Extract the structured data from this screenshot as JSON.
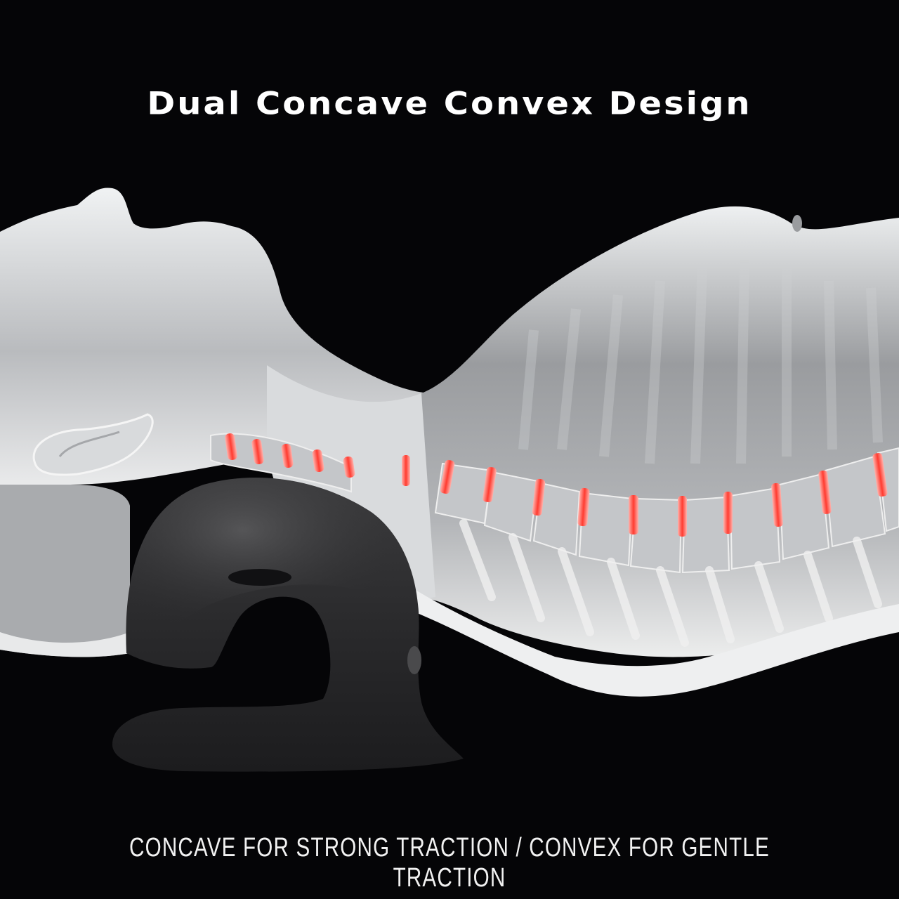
{
  "headline": "Dual Concave Convex Design",
  "tagline": "CONCAVE FOR STRONG TRACTION / CONVEX FOR GENTLE TRACTION",
  "illustration": {
    "subject": "translucent human figure lying supine on a neck traction pillow",
    "elements": [
      "head-icon",
      "ear-icon",
      "torso",
      "spine",
      "intervertebral-discs",
      "traction-pillow"
    ],
    "colors": {
      "background": "#050507",
      "body_light": "#e6e8ea",
      "body_shadow": "#8c8e92",
      "disc_red": "#ff3b30",
      "pillow_dark": "#2a2a2c",
      "text": "#ffffff"
    },
    "disc_count_visible": 15
  }
}
